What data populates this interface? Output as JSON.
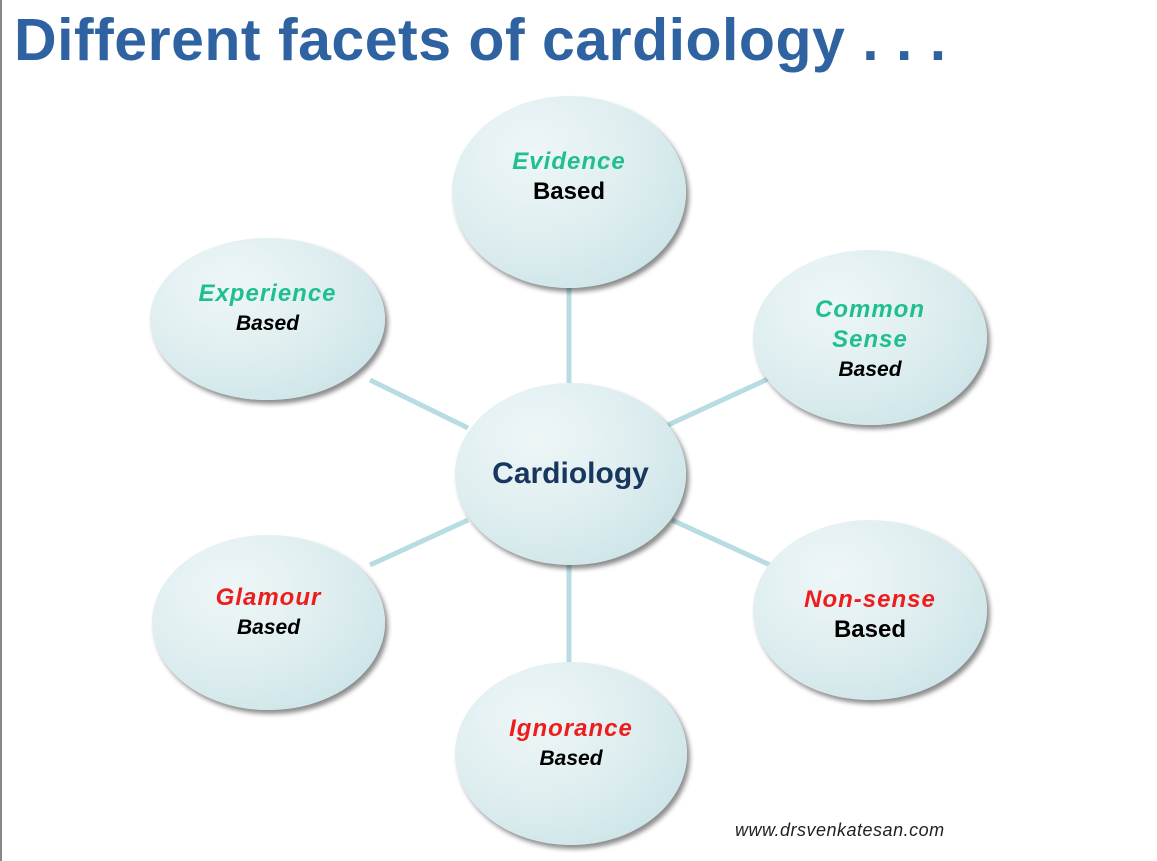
{
  "title": "Different facets of cardiology . . .",
  "center": "Cardiology",
  "nodes": {
    "evidence": {
      "top": "Evidence",
      "bottom": "Based"
    },
    "common_sense": {
      "top1": "Common",
      "top2": "Sense",
      "bottom": "Based"
    },
    "experience": {
      "top": "Experience",
      "bottom": "Based"
    },
    "glamour": {
      "top": "Glamour",
      "bottom": "Based"
    },
    "non_sense": {
      "top": "Non-sense",
      "bottom": "Based"
    },
    "ignorance": {
      "top": "Ignorance",
      "bottom": "Based"
    }
  },
  "footer": "www.drsvenkatesan.com",
  "colors": {
    "title": "#2e62a0",
    "positive": "#1fbf91",
    "negative": "#ee1c1c",
    "center": "#17375e"
  }
}
